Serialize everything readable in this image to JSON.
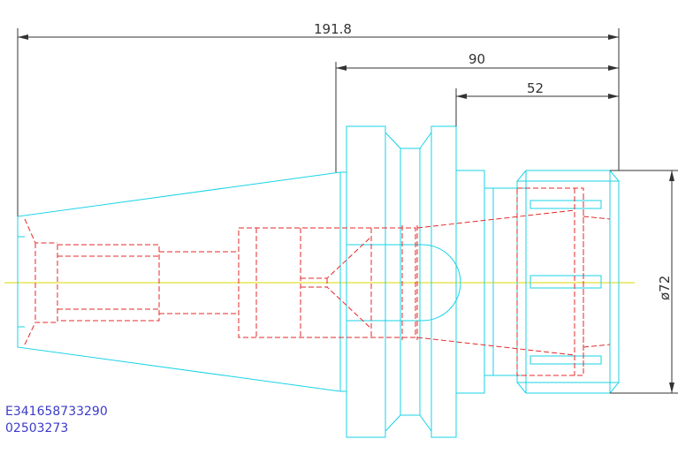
{
  "dimensions": {
    "overall_length": "191.8",
    "flange_to_nose": "90",
    "nut_section": "52",
    "nut_diameter": "ø72"
  },
  "part_codes": {
    "line1": "E341658733290",
    "line2": "02503273"
  },
  "colors": {
    "outline": "#19d3e6",
    "hidden": "#e52a2a",
    "centerline": "#d9d900",
    "dimension": "#333333",
    "code_text": "#3b3bcc"
  }
}
